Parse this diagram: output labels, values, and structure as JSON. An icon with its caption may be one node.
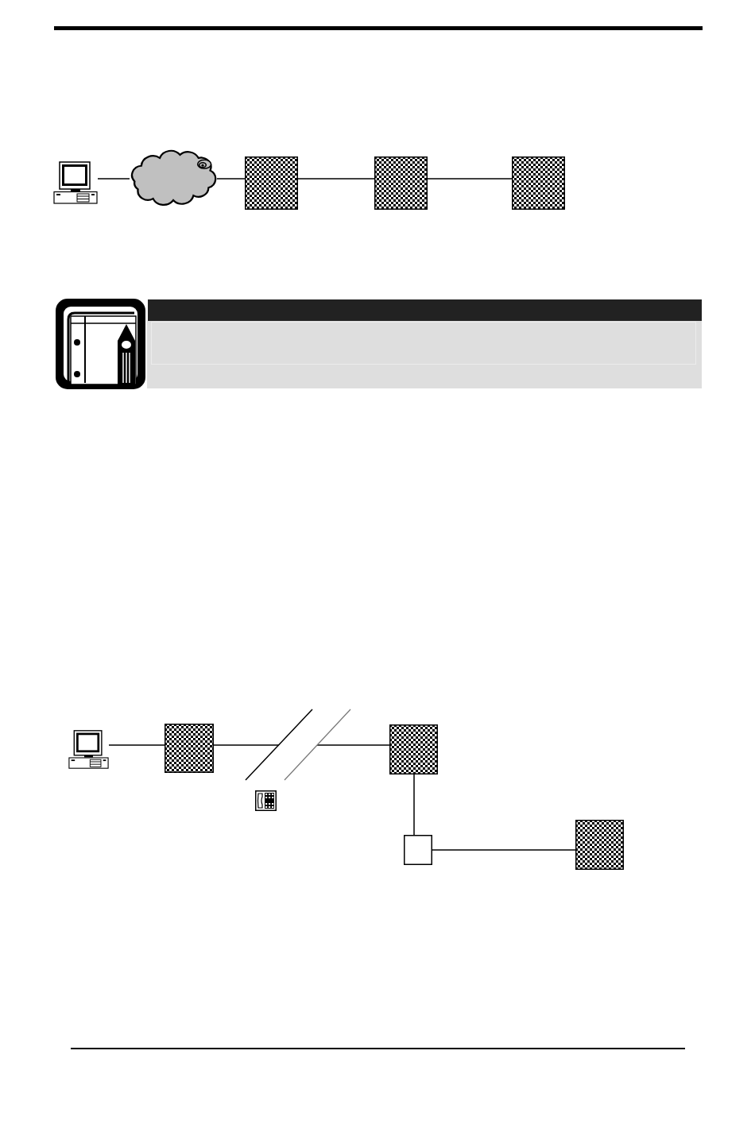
{
  "diagram": {
    "nodes": [
      {
        "text": [],
        "shape": "picture"
      },
      {
        "text": [],
        "shape": "cloud"
      },
      {
        "text": [],
        "shape": "box"
      },
      {
        "text": [],
        "shape": "box"
      },
      {
        "text": [],
        "shape": "box"
      },
      {
        "text": [],
        "shape": "picture"
      },
      {
        "text": [],
        "shape": "box"
      },
      {
        "text": [],
        "shape": "box"
      },
      {
        "text": [],
        "shape": "box"
      },
      {
        "text": [],
        "shape": "box"
      }
    ],
    "edges": [
      {
        "from": 0,
        "to": 1,
        "arrow": "none"
      },
      {
        "from": 1,
        "to": 2,
        "arrow": "none"
      },
      {
        "from": 2,
        "to": 3,
        "arrow": "none"
      },
      {
        "from": 3,
        "to": 4,
        "arrow": "none"
      },
      {
        "from": 5,
        "to": 6,
        "arrow": "none"
      },
      {
        "from": 6,
        "to": 7,
        "arrow": "none"
      },
      {
        "from": 7,
        "to": 8,
        "arrow": "none"
      },
      {
        "from": 8,
        "to": 9,
        "arrow": "none"
      }
    ]
  }
}
